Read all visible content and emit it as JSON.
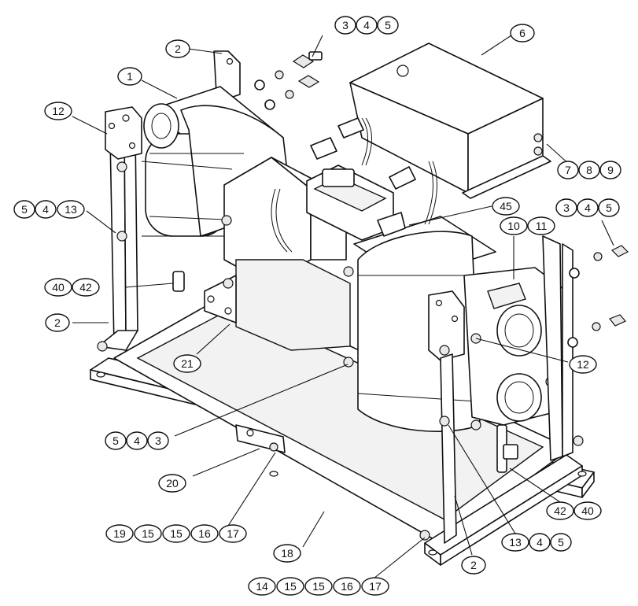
{
  "callouts": [
    {
      "id": "c-top-2",
      "labels": [
        "2"
      ]
    },
    {
      "id": "c-3-4-5-top",
      "labels": [
        "3",
        "4",
        "5"
      ]
    },
    {
      "id": "c-6",
      "labels": [
        "6"
      ]
    },
    {
      "id": "c-1",
      "labels": [
        "1"
      ]
    },
    {
      "id": "c-12-left",
      "labels": [
        "12"
      ]
    },
    {
      "id": "c-7-8-9",
      "labels": [
        "7",
        "8",
        "9"
      ]
    },
    {
      "id": "c-5-4-13",
      "labels": [
        "5",
        "4",
        "13"
      ]
    },
    {
      "id": "c-45",
      "labels": [
        "45"
      ]
    },
    {
      "id": "c-3-4-5-right",
      "labels": [
        "3",
        "4",
        "5"
      ]
    },
    {
      "id": "c-10-11",
      "labels": [
        "10",
        "11"
      ]
    },
    {
      "id": "c-40-42",
      "labels": [
        "40",
        "42"
      ]
    },
    {
      "id": "c-left-2",
      "labels": [
        "2"
      ]
    },
    {
      "id": "c-21",
      "labels": [
        "21"
      ]
    },
    {
      "id": "c-12-right",
      "labels": [
        "12"
      ]
    },
    {
      "id": "c-5-4-3",
      "labels": [
        "5",
        "4",
        "3"
      ]
    },
    {
      "id": "c-20",
      "labels": [
        "20"
      ]
    },
    {
      "id": "c-42-40",
      "labels": [
        "42",
        "40"
      ]
    },
    {
      "id": "c-19-15-15-16-17",
      "labels": [
        "19",
        "15",
        "15",
        "16",
        "17"
      ]
    },
    {
      "id": "c-13-4-5",
      "labels": [
        "13",
        "4",
        "5"
      ]
    },
    {
      "id": "c-18",
      "labels": [
        "18"
      ]
    },
    {
      "id": "c-bottom-2",
      "labels": [
        "2"
      ]
    },
    {
      "id": "c-14-15-15-16-17",
      "labels": [
        "14",
        "15",
        "15",
        "16",
        "17"
      ]
    }
  ]
}
